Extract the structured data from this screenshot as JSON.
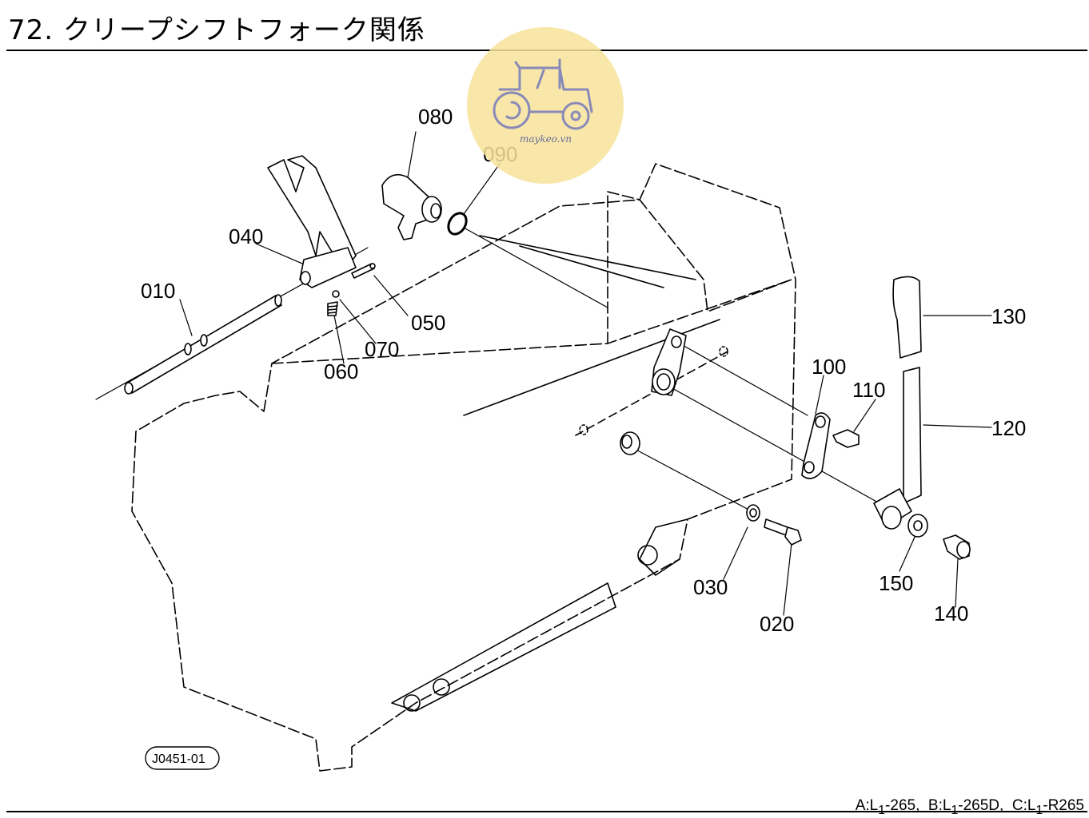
{
  "title": "72. クリープシフトフォーク関係",
  "drawing_code": "J0451-01",
  "watermark": {
    "text": "maykeo.vn",
    "circle_color": "#f7e39a",
    "icon": "tractor-icon"
  },
  "footer": {
    "part_a": "A:L",
    "part_a_sub": "1",
    "part_a_model": "-265,",
    "part_b": "B:L",
    "part_b_sub": "1",
    "part_b_model": "-265D,",
    "part_c": "C:L",
    "part_c_sub": "1",
    "part_c_model": "-R265"
  },
  "callouts": [
    "010",
    "020",
    "030",
    "040",
    "050",
    "060",
    "070",
    "080",
    "090",
    "100",
    "110",
    "120",
    "130",
    "140",
    "150"
  ]
}
